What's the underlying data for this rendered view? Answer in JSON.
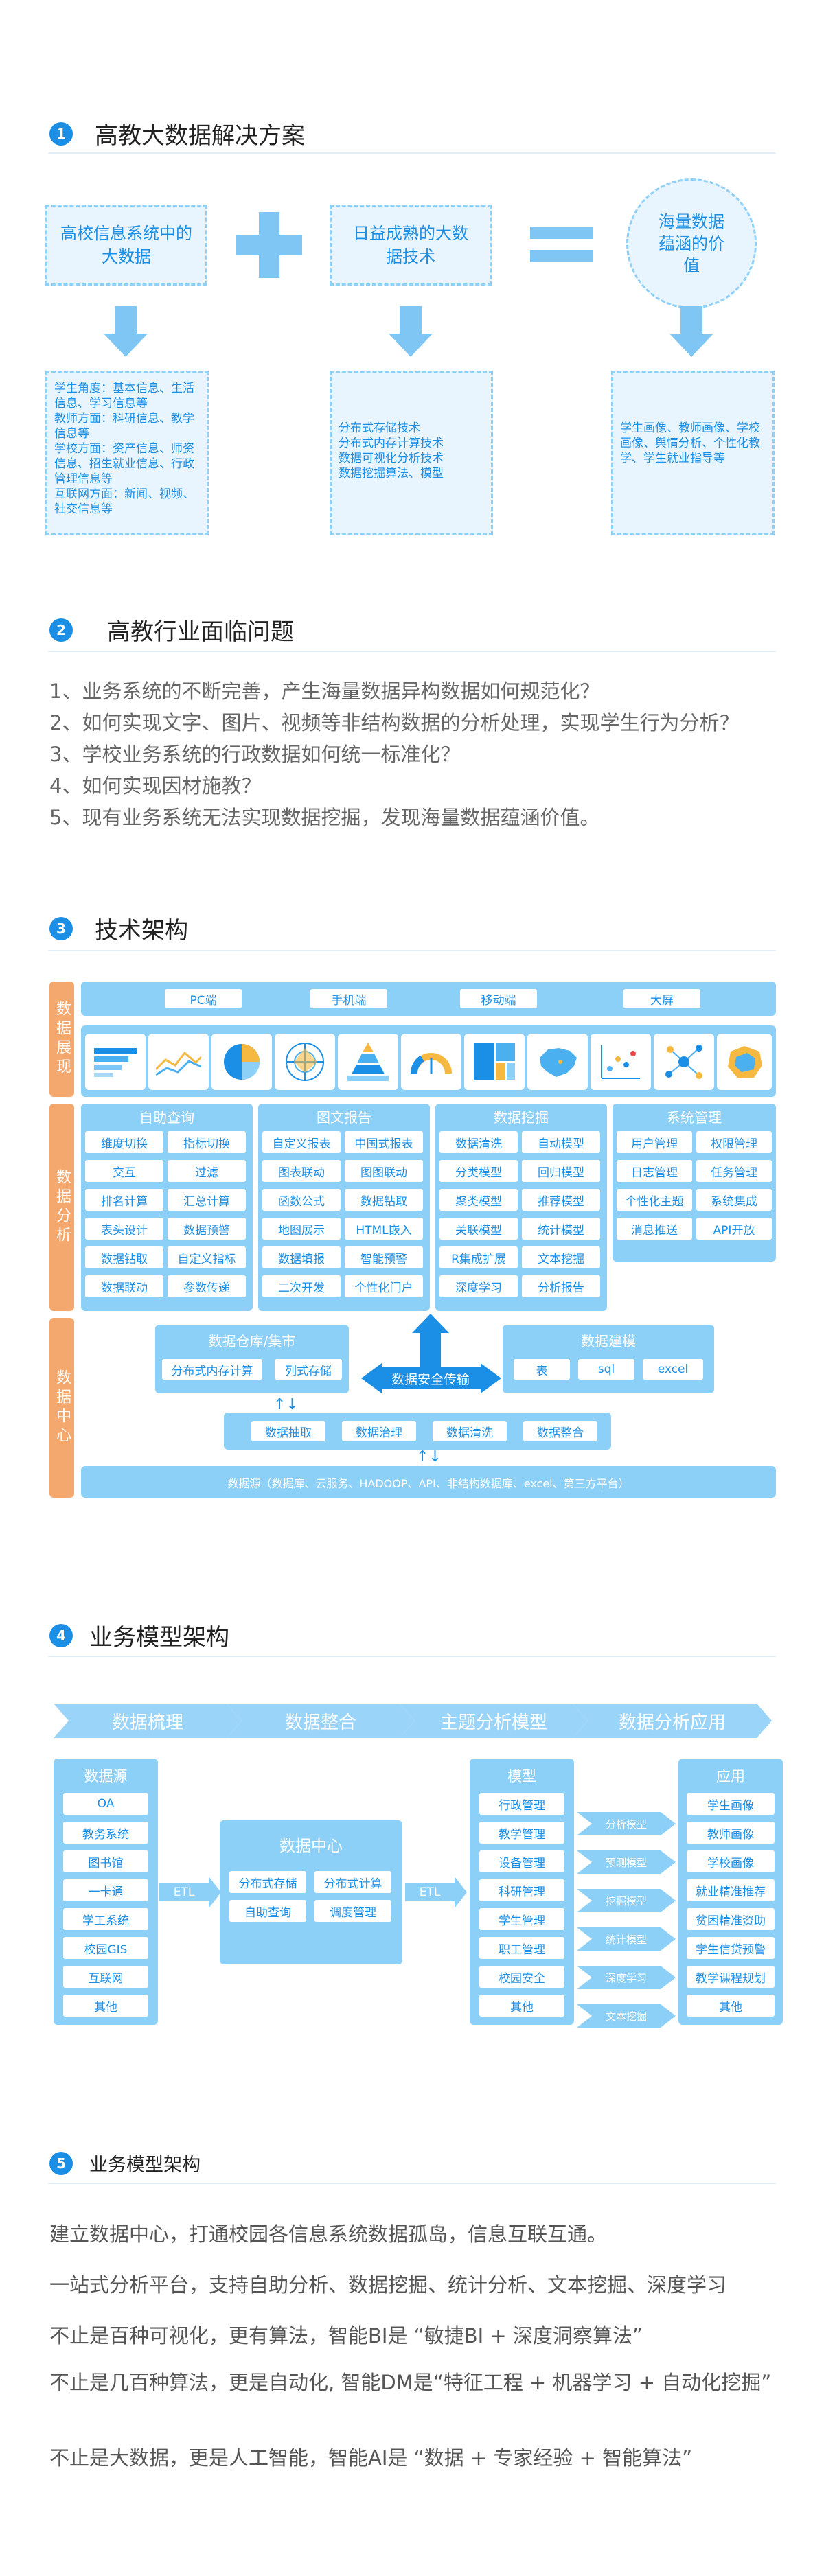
{
  "sections": {
    "s1": {
      "num": "1",
      "title": "高教大数据解决方案"
    },
    "s2": {
      "num": "2",
      "title": "高教行业面临问题"
    },
    "s3": {
      "num": "3",
      "title": "技术架构"
    },
    "s4": {
      "num": "4",
      "title": "业务模型架构"
    },
    "s5": {
      "num": "5",
      "title": "业务模型架构"
    }
  },
  "solution": {
    "box1": "高校信息系统中的大数据",
    "box2": "日益成熟的大数据技术",
    "circle": "海量数据蕴涵的价值",
    "detail1": "学生角度：基本信息、生活信息、学习信息等\n教师方面：科研信息、教学信息等\n学校方面：资产信息、师资信息、招生就业信息、行政管理信息等\n互联网方面：新闻、视频、社交信息等",
    "detail2": "分布式存储技术\n分布式内存计算技术\n数据可视化分析技术\n数据挖掘算法、模型",
    "detail3": "学生画像、教师画像、学校画像、舆情分析、个性化教学、学生就业指导等"
  },
  "problems": [
    "1、业务系统的不断完善，产生海量数据异构数据如何规范化？",
    "2、如何实现文字、图片、视频等非结构数据的分析处理，实现学生行为分析？",
    "3、学校业务系统的行政数据如何统一标准化？",
    "4、如何实现因材施教？",
    "5、现有业务系统无法实现数据挖掘，发现海量数据蕴涵价值。"
  ],
  "arch": {
    "tags": [
      "数据展现",
      "数据分析",
      "数据中心"
    ],
    "clients": [
      "PC端",
      "手机端",
      "移动端",
      "大屏"
    ],
    "icons": [
      "bar-chart-icon",
      "line-chart-icon",
      "pie-chart-icon",
      "radar-chart-icon",
      "pyramid-chart-icon",
      "gauge-icon",
      "treemap-icon",
      "china-map-icon",
      "scatter-icon",
      "network-icon",
      "region-map-icon"
    ],
    "cols": [
      {
        "title": "自助查询",
        "cells": [
          "维度切换",
          "指标切换",
          "交互",
          "过滤",
          "排名计算",
          "汇总计算",
          "表头设计",
          "数据预警",
          "数据钻取",
          "自定义指标",
          "数据联动",
          "参数传递"
        ]
      },
      {
        "title": "图文报告",
        "cells": [
          "自定义报表",
          "中国式报表",
          "图表联动",
          "图图联动",
          "函数公式",
          "数据钻取",
          "地图展示",
          "HTML嵌入",
          "数据填报",
          "智能预警",
          "二次开发",
          "个性化门户"
        ]
      },
      {
        "title": "数据挖掘",
        "cells": [
          "数据清洗",
          "自动模型",
          "分类模型",
          "回归模型",
          "聚类模型",
          "推荐模型",
          "关联模型",
          "统计模型",
          "R集成扩展",
          "文本挖掘",
          "深度学习",
          "分析报告"
        ]
      },
      {
        "title": "系统管理",
        "cells": [
          "用户管理",
          "权限管理",
          "日志管理",
          "任务管理",
          "个性化主题",
          "系统集成",
          "消息推送",
          "API开放"
        ]
      }
    ],
    "warehouse": {
      "title": "数据仓库/集市",
      "items": [
        "分布式内存计算",
        "列式存储"
      ]
    },
    "transfer": "数据安全传输",
    "modeling": {
      "title": "数据建模",
      "items": [
        "表",
        "sql",
        "excel"
      ]
    },
    "etl": [
      "数据抽取",
      "数据治理",
      "数据清洗",
      "数据整合"
    ],
    "sources": "数据源（数据库、云服务、HADOOP、API、非结构数据库、excel、第三方平台）"
  },
  "biz": {
    "steps": [
      "数据梳理",
      "数据整合",
      "主题分析模型",
      "数据分析应用"
    ],
    "source_title": "数据源",
    "sources": [
      "OA",
      "教务系统",
      "图书馆",
      "一卡通",
      "学工系统",
      "校园GIS",
      "互联网",
      "其他"
    ],
    "etl": "ETL",
    "center_title": "数据中心",
    "center_items": [
      "分布式存储",
      "分布式计算",
      "自助查询",
      "调度管理"
    ],
    "model_title": "模型",
    "models": [
      "行政管理",
      "教学管理",
      "设备管理",
      "科研管理",
      "学生管理",
      "职工管理",
      "校园安全",
      "其他"
    ],
    "methods": [
      "分析模型",
      "预测模型",
      "挖掘模型",
      "统计模型",
      "深度学习",
      "文本挖掘"
    ],
    "app_title": "应用",
    "apps": [
      "学生画像",
      "教师画像",
      "学校画像",
      "就业精准推荐",
      "贫困精准资助",
      "学生信贷预警",
      "教学课程规划",
      "其他"
    ]
  },
  "summary": [
    "建立数据中心，打通校园各信息系统数据孤岛，信息互联互通。",
    "一站式分析平台，支持自助分析、数据挖掘、统计分析、文本挖掘、深度学习",
    "不止是百种可视化，更有算法，智能BI是 “敏捷BI  +  深度洞察算法”",
    "不止是几百种算法，更是自动化, 智能DM是“特征工程 + 机器学习 + 自动化挖掘”",
    "不止是大数据，更是人工智能，智能AI是  “数据 + 专家经验 + 智能算法”"
  ],
  "colors": {
    "accent": "#1b8fe6",
    "light": "#8cd0f8",
    "orange": "#f5a86e"
  }
}
